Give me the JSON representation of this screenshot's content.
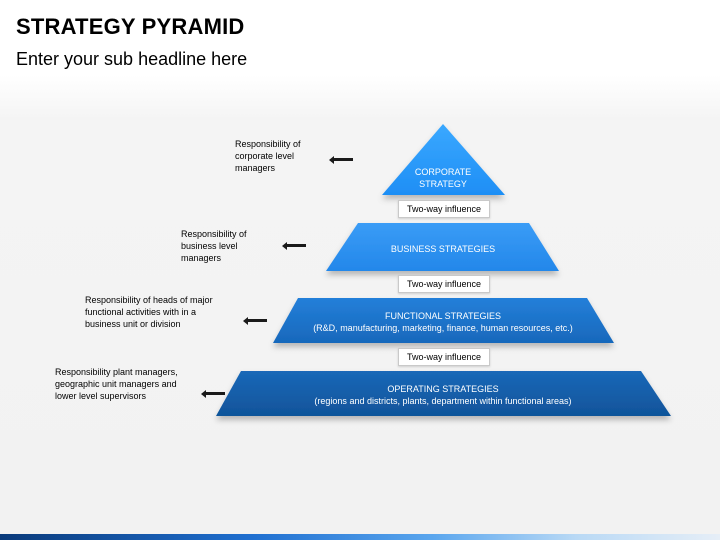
{
  "header": {
    "title": "STRATEGY PYRAMID",
    "subtitle": "Enter your sub headline here"
  },
  "pyramid": {
    "levels": [
      {
        "name": "CORPORATE",
        "name2": "STRATEGY",
        "responsibility": "Responsibility of\ncorporate level\nmanagers",
        "color": "#1e90ff"
      },
      {
        "name": "BUSINESS STRATEGIES",
        "responsibility": "Responsibility of\nbusiness level\nmanagers",
        "color": "#2b8ef0"
      },
      {
        "name": "FUNCTIONAL STRATEGIES",
        "detail": "(R&D, manufacturing, marketing, finance, human resources, etc.)",
        "responsibility": "Responsibility of  heads of major\nfunctional activities with in a\nbusiness unit or division",
        "color": "#1a72c9"
      },
      {
        "name": "OPERATING STRATEGIES",
        "detail": "(regions and districts, plants, department within functional areas)",
        "responsibility": "Responsibility  plant managers,\ngeographic unit managers and\nlower level supervisors",
        "color": "#135fab"
      }
    ],
    "influence_label_1": "Two-way influence",
    "influence_label_2": "Two-way influence",
    "influence_label_3": "Two-way influence"
  }
}
